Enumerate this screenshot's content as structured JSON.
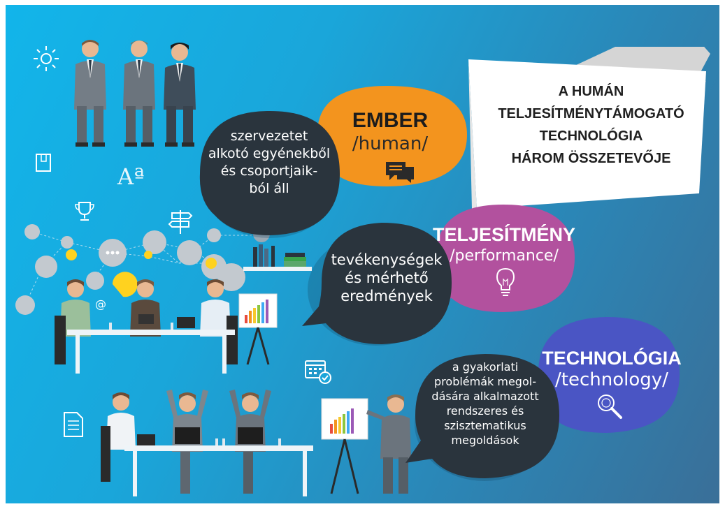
{
  "title": {
    "lines": [
      "A HUMÁN",
      "TELJESÍTMÉNYTÁMOGATÓ",
      "TECHNOLÓGIA",
      "HÁROM ÖSSZETEVŐJE"
    ]
  },
  "components": [
    {
      "heading": "EMBER",
      "subheading": "/human/",
      "color": "#f3941e",
      "icon": "chat-icon",
      "description_lines": [
        "szervezetet",
        "alkotó egyénekből",
        "és csoportjaik-",
        "ból áll"
      ]
    },
    {
      "heading": "TELJESÍTMÉNY",
      "subheading": "/performance/",
      "color": "#b2519e",
      "icon": "lightbulb-icon",
      "description_lines": [
        "tevékenységek",
        "és mérhető",
        "eredmények"
      ]
    },
    {
      "heading": "TECHNOLÓGIA",
      "subheading": "/technology/",
      "color": "#4a55c4",
      "icon": "magnifier-icon",
      "description_lines": [
        "a gyakorlati",
        "problémák megol-",
        "dására alkalmazott",
        "rendszeres és",
        "szisztematikus",
        "megoldások"
      ]
    }
  ],
  "decor_letters": "Aª",
  "colors": {
    "dark_bubble": "#2a343d",
    "background_start": "#12b5ea",
    "background_end": "#3a6f98"
  }
}
